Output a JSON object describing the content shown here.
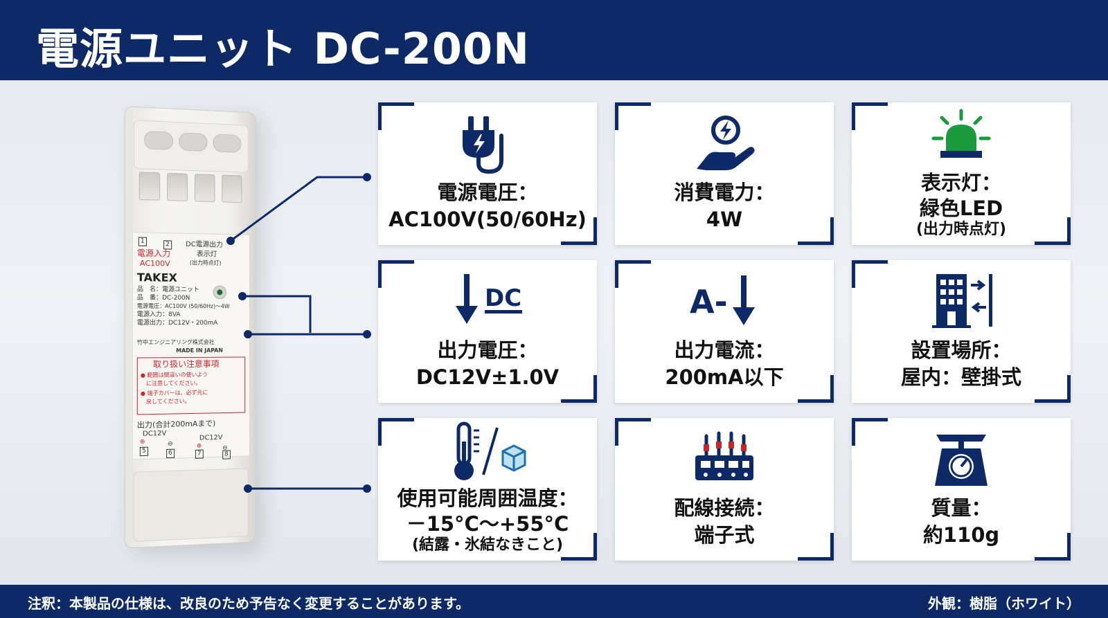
{
  "header": {
    "title": "電源ユニット DC-200N"
  },
  "device": {
    "terminal_1": "1",
    "terminal_2": "2",
    "power_input_label": "電源入力",
    "power_input_voltage": "AC100V",
    "indicator_label_1": "DC電源出力",
    "indicator_label_2": "表示灯",
    "indicator_label_3": "(出力時点灯)",
    "brand": "TAKEX",
    "spec_name": "品　名：電源ユニット",
    "spec_model": "品　番：DC-200N",
    "spec_voltage": "電源電圧：AC100V (50/60Hz)～4W",
    "spec_input": "電源入力：8VA",
    "spec_output": "電源出力：DC12V・200mA",
    "maker": "竹中エンジニアリング株式会社",
    "made_in": "MADE IN JAPAN",
    "caution_title": "取り扱い注意事項",
    "caution_1": "● 範囲は間違いの使いよう",
    "caution_2": "　に注意してください。",
    "caution_3": "● 端子カバーは、必ず元に",
    "caution_4": "　戻してください。",
    "output_label": "出力(合計200mAまで)",
    "out_dc1": "DC12V",
    "out_dc2": "DC12V",
    "out_plus": "⊕",
    "out_minus": "⊖",
    "t5": "5",
    "t6": "6",
    "t7": "7",
    "t8": "8"
  },
  "specs": [
    {
      "icon": "plug-icon",
      "line1": "電源電圧：",
      "line2": "AC100V(50/60Hz)",
      "line3": ""
    },
    {
      "icon": "hand-power-icon",
      "line1": "消費電力：",
      "line2": "4W",
      "line3": ""
    },
    {
      "icon": "green-beacon-icon",
      "line1": "表示灯：",
      "line2": "緑色LED",
      "line3": "(出力時点灯)"
    },
    {
      "icon": "down-arrow-dc-icon",
      "line1": "出力電圧：",
      "line2": "DC12V±1.0V",
      "line3": ""
    },
    {
      "icon": "current-arrow-icon",
      "line1": "出力電流：",
      "line2": "200mA以下",
      "line3": ""
    },
    {
      "icon": "building-icon",
      "line1": "設置場所：",
      "line2": "屋内：壁掛式",
      "line3": ""
    },
    {
      "icon": "thermometer-ice-icon",
      "line1": "使用可能周囲温度：",
      "line2": "－15°C～+55°C",
      "line3": "(結露・氷結なきこと)"
    },
    {
      "icon": "terminal-block-icon",
      "line1": "配線接続：",
      "line2": "端子式",
      "line3": ""
    },
    {
      "icon": "scale-icon",
      "line1": "質量：",
      "line2": "約110g",
      "line3": ""
    }
  ],
  "icon_text": {
    "dc": "DC",
    "a": "A-"
  },
  "colors": {
    "navy": "#0d2a66",
    "green": "#1a9a3c",
    "card": "#ffffff"
  },
  "footer": {
    "note": "注釈：本製品の仕様は、改良のため予告なく変更することがあります。",
    "exterior": "外観：樹脂（ホワイト）"
  }
}
